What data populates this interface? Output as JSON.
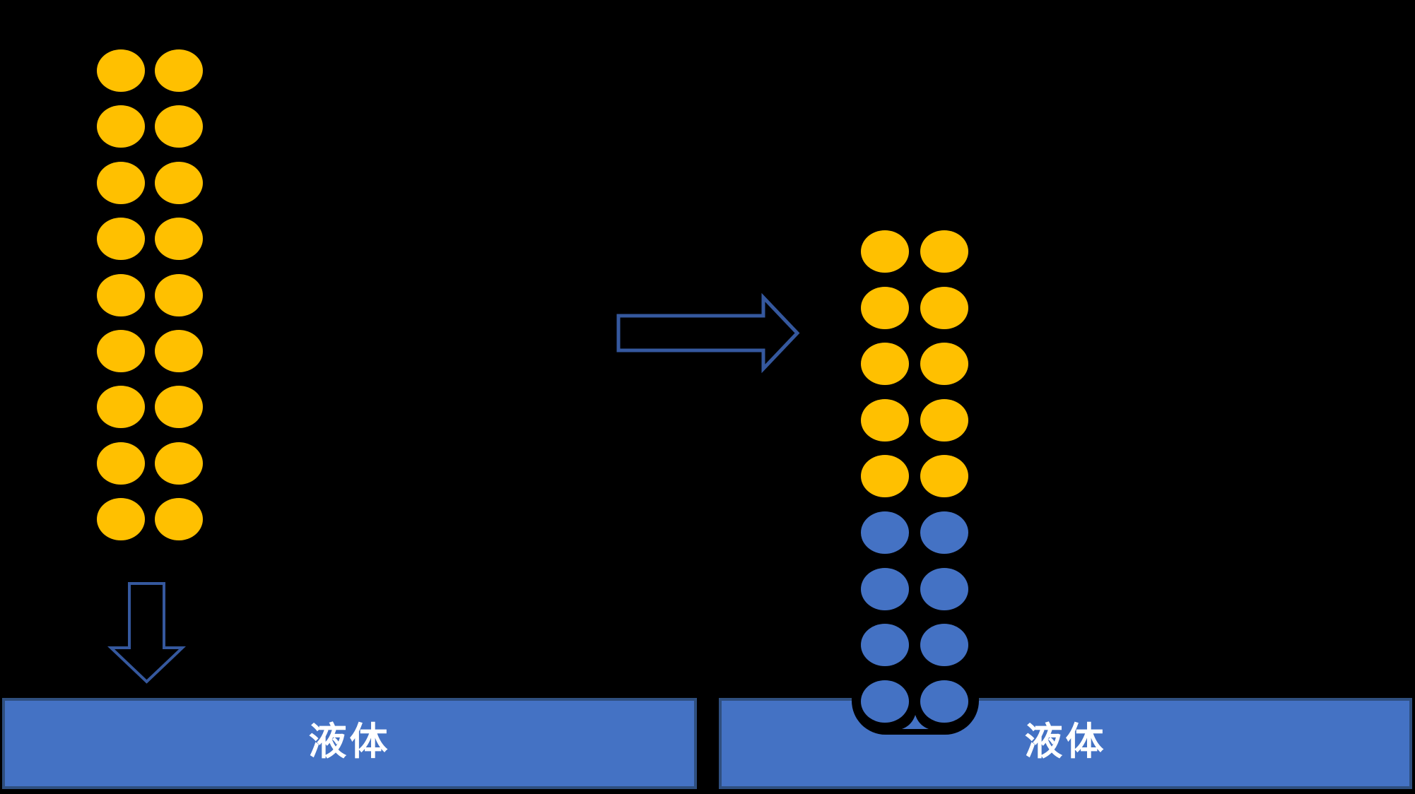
{
  "slide": {
    "description": "particle column dipped into liquid diagram",
    "background": "#000000"
  },
  "colors": {
    "background": "#000000",
    "particle_yellow": "#FFC000",
    "particle_blue": "#4472C4",
    "liquid_fill": "#4472C4",
    "liquid_border": "#2F4F7F",
    "arrow_stroke": "#35589E",
    "label_text": "#FFFFFF"
  },
  "left_group": {
    "name": "dry-particle-column",
    "columns": 2,
    "rows": 9,
    "row_colors": [
      "yellow",
      "yellow",
      "yellow",
      "yellow",
      "yellow",
      "yellow",
      "yellow",
      "yellow",
      "yellow"
    ]
  },
  "right_group": {
    "name": "wetted-particle-column",
    "columns": 2,
    "rows": 9,
    "row_colors": [
      "yellow",
      "yellow",
      "yellow",
      "yellow",
      "yellow",
      "blue",
      "blue",
      "blue",
      "blue"
    ]
  },
  "left_liquid": {
    "label": "液体"
  },
  "right_liquid": {
    "label": "液体"
  },
  "icons": {
    "down_arrow": "down-arrow-icon",
    "right_arrow": "right-arrow-icon",
    "meniscus": "meniscus-notch",
    "capillary_bridge": "capillary-bridge"
  }
}
